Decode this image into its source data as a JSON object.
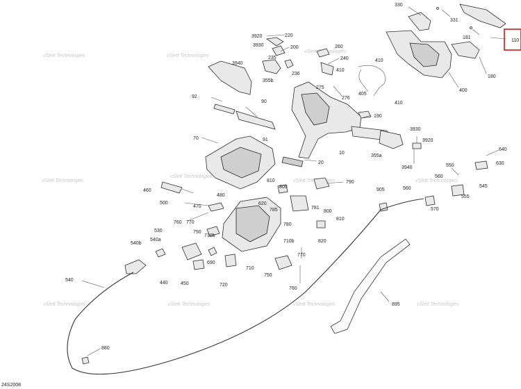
{
  "diagram_code": "24S2008",
  "watermark": "vSlett Technologies",
  "highlighted_callout": "110",
  "callouts": [
    "330",
    "331",
    "181",
    "110",
    "180",
    "400",
    "3920",
    "220",
    "3930",
    "200",
    "235",
    "236",
    "355b",
    "3940",
    "260",
    "240",
    "410",
    "275",
    "276",
    "410",
    "405",
    "410",
    "190",
    "92",
    "90",
    "91",
    "70",
    "10",
    "3930",
    "3920",
    "355a",
    "3940",
    "20",
    "640",
    "630",
    "550",
    "560",
    "545",
    "555",
    "570",
    "905",
    "560",
    "460",
    "810",
    "800",
    "480",
    "500",
    "470",
    "790",
    "770",
    "760",
    "620",
    "785",
    "781",
    "800",
    "810",
    "780",
    "820",
    "530",
    "540a",
    "540b",
    "750",
    "710b",
    "690",
    "440",
    "450",
    "720",
    "710",
    "710b",
    "770",
    "750",
    "760",
    "540",
    "895",
    "880"
  ]
}
